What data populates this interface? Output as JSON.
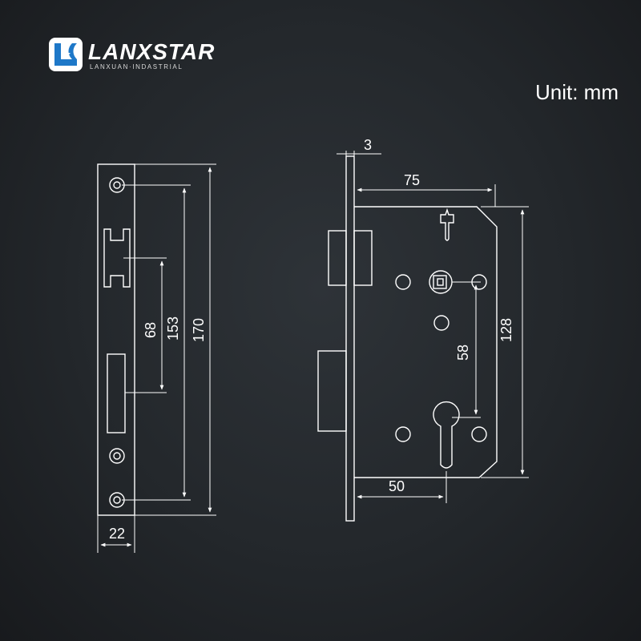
{
  "brand": {
    "name": "LANXSTAR",
    "tagline": "LANXUAN·INDASTRIAL",
    "logo_icon": "lanxstar-logo-icon"
  },
  "unit_label": "Unit: mm",
  "front_view": {
    "dimensions": {
      "overall_height": "170",
      "screw_spacing": "153",
      "latch_to_bolt": "68",
      "faceplate_width": "22"
    }
  },
  "side_view": {
    "dimensions": {
      "faceplate_thickness": "3",
      "case_depth": "75",
      "case_height": "128",
      "handle_to_cylinder": "58",
      "backset": "50"
    }
  },
  "colors": {
    "background": "#23272b",
    "line": "#ffffff",
    "logo_blue": "#1e78c8"
  }
}
